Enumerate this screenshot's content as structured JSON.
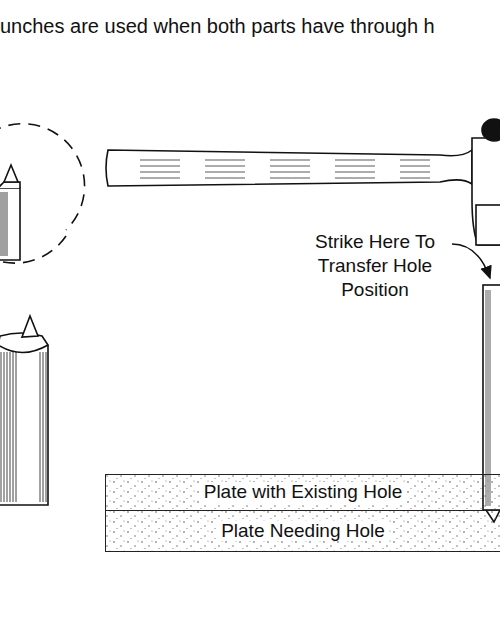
{
  "diagram": {
    "nodes": [
      {
        "text": [
          "Plate with Existing Hole"
        ]
      },
      {
        "text": [
          "Plate Needing Hole"
        ]
      }
    ],
    "labels": [
      "unches are used when both parts have through h",
      "Strike Here To Transfer Hole Position"
    ]
  }
}
